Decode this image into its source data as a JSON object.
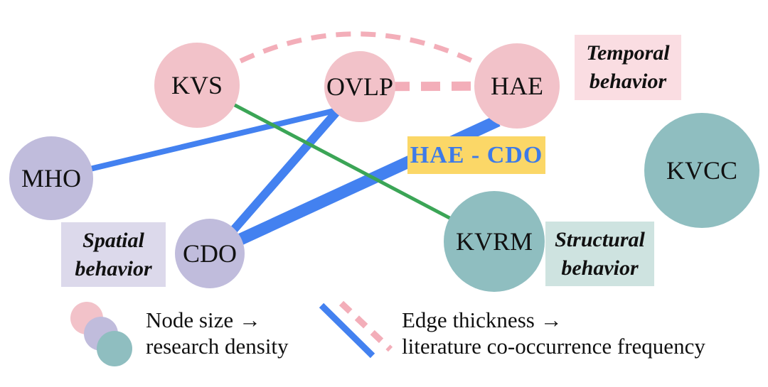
{
  "figure": {
    "nodes": [
      {
        "id": "KVS",
        "label": "KVS",
        "group": "temporal"
      },
      {
        "id": "OVLP",
        "label": "OVLP",
        "group": "temporal"
      },
      {
        "id": "HAE",
        "label": "HAE",
        "group": "temporal"
      },
      {
        "id": "MHO",
        "label": "MHO",
        "group": "spatial"
      },
      {
        "id": "CDO",
        "label": "CDO",
        "group": "spatial"
      },
      {
        "id": "KVRM",
        "label": "KVRM",
        "group": "structural"
      },
      {
        "id": "KVCC",
        "label": "KVCC",
        "group": "structural"
      }
    ],
    "edges": [
      {
        "from": "KVS",
        "to": "HAE",
        "style": "dashed",
        "color": "pink",
        "thickness": "thin"
      },
      {
        "from": "OVLP",
        "to": "HAE",
        "style": "dashed",
        "color": "pink",
        "thickness": "medium"
      },
      {
        "from": "MHO",
        "to": "OVLP",
        "style": "solid",
        "color": "blue",
        "thickness": "medium"
      },
      {
        "from": "OVLP",
        "to": "CDO",
        "style": "solid",
        "color": "blue",
        "thickness": "thick"
      },
      {
        "from": "CDO",
        "to": "HAE",
        "style": "solid",
        "color": "blue",
        "thickness": "thickest",
        "label": "HAE - CDO"
      },
      {
        "from": "KVS",
        "to": "KVRM",
        "style": "solid",
        "color": "green",
        "thickness": "thin"
      }
    ],
    "group_labels": {
      "temporal": {
        "line1": "Temporal",
        "line2": "behavior"
      },
      "spatial": {
        "line1": "Spatial",
        "line2": "behavior"
      },
      "structural": {
        "line1": "Structural",
        "line2": "behavior"
      }
    },
    "edge_highlight_label": "HAE - CDO"
  },
  "legend": {
    "node_size_line1": "Node size →",
    "node_size_line2": "research density",
    "edge_thickness_line1": "Edge thickness →",
    "edge_thickness_line2": "literature co-occurrence frequency"
  },
  "colors": {
    "node_temporal": "#f2c2c9",
    "node_spatial": "#c0bcdc",
    "node_structural": "#8fbec0",
    "edge_blue": "#4381f0",
    "edge_green": "#3ba556",
    "edge_pink_dashed": "#f3aeb9",
    "label_temporal_bg": "#fadde2",
    "label_spatial_bg": "#dcd9eb",
    "label_structural_bg": "#cee3e0",
    "highlight_bg": "#fbd767",
    "highlight_text": "#3d7ae8"
  }
}
